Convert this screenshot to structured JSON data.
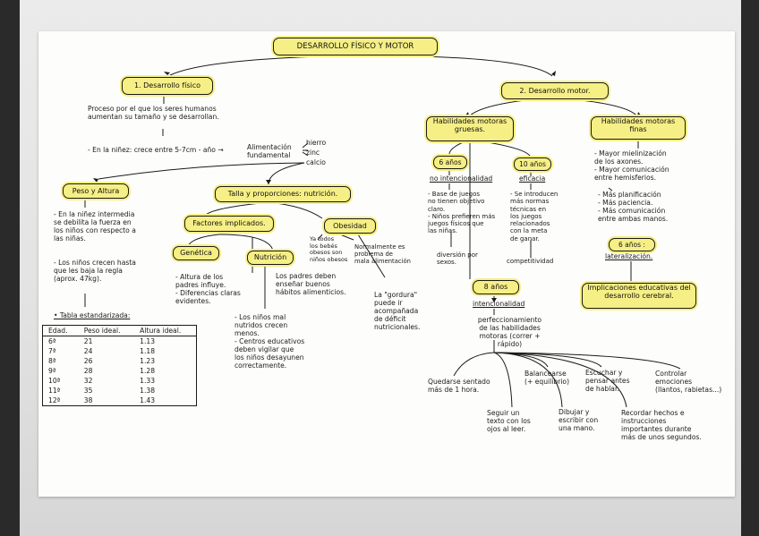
{
  "title": "DESARROLLO FÍSICO Y MOTOR",
  "left": {
    "heading": "1. Desarrollo físico",
    "definition": "Proceso por el que los seres humanos\naumentan su tamaño y se desarrollan.",
    "growth": "- En la niñez: crece entre 5-7cm - año →",
    "growth_factor": "Alimentación\nfundamental",
    "minerals": [
      "hierro",
      "zinc",
      "calcio"
    ],
    "peso": {
      "label": "Peso y Altura",
      "text1": "- En la niñez intermedia\nse debilita la fuerza en\nlos niños con respecto a\nlas niñas.",
      "text2": "- Los niños crecen hasta\nque les baja la regla\n(aprox. 47kg)."
    },
    "table": {
      "title": "• Tabla estandarizada:",
      "headers": [
        "Edad.",
        "Peso ideal.",
        "Altura ideal."
      ],
      "rows": [
        [
          "6ª",
          "21",
          "1.13"
        ],
        [
          "7ª",
          "24",
          "1.18"
        ],
        [
          "8ª",
          "26",
          "1.23"
        ],
        [
          "9ª",
          "28",
          "1.28"
        ],
        [
          "10ª",
          "32",
          "1.33"
        ],
        [
          "11ª",
          "35",
          "1.38"
        ],
        [
          "12ª",
          "38",
          "1.43"
        ]
      ]
    },
    "talla": {
      "label": "Talla y proporciones: nutrición.",
      "factores": "Factores implicados.",
      "genetica": "Genética",
      "genetica_text": "- Altura de los\npadres influye.\n- Diferencias claras\nevidentes.",
      "nutricion": "Nutrición",
      "nutricion_text": "- Los niños mal\nnutridos crecen\nmenos.\n- Centros educativos\ndeben vigilar que\nlos niños desayunen\ncorrectamente.",
      "padres": "Los padres deben\nenseñar buenos\nhábitos alimenticios.",
      "obesidad": "Obesidad",
      "obesidad_a": "Ya todos\nlos bebés\nobesos son\nniños obesos",
      "obesidad_b": "Normalmente es\nproblema de\nmala alimentación",
      "obesidad_c": "La \"gordura\"\npuede ir\nacompañada\nde déficit\nnutricionales."
    }
  },
  "right": {
    "heading": "2. Desarrollo motor.",
    "gruesas": {
      "label": "Habilidades\nmotoras gruesas.",
      "age6": "6 años",
      "age6_title": "no intencionalidad",
      "age6_text": "- Base de juegos\nno tienen objetivo\nclaro.\n- Niños prefieren más\njuegos físicos que\nlas niñas.",
      "age6_end": "diversión por\nsexos.",
      "age10": "10 años",
      "age10_title": "eficacia",
      "age10_text": "- Se introducen\nmás normas\ntécnicas en\nlos juegos\nrelacionados\ncon la meta\nde ganar.",
      "age10_end": "competitividad",
      "age8": "8 años",
      "age8_title": "intencionalidad",
      "age8_text": "perfeccionamiento\nde las habilidades\nmotoras (correr +\nrápido)"
    },
    "finas": {
      "label": "Habilidades\nmotoras finas",
      "text": "- Mayor mielinización\nde los axones.\n- Mayor comunicación\nentre hemisferios.",
      "items": "- Más planificación\n- Más paciencia.\n- Más comunicación\nentre ambas manos.",
      "age6": "6 años :",
      "lateral": "lateralización.",
      "implicaciones": "Implicaciones educativas\ndel desarrollo cerebral."
    },
    "bottom": [
      "Quedarse sentado\nmás de 1 hora.",
      "Seguir un\ntexto con los\nojos al leer.",
      "Balancearse\n(+ equilibrio)",
      "Dibujar y\nescribir con\nuna mano.",
      "Escuchar y\npensar antes\nde hablar.",
      "Recordar hechos e\ninstrucciones\nimportantes durante\nmás de unos segundos.",
      "Controlar\nemociones\n(llantos, rabietas...)"
    ]
  },
  "colors": {
    "highlight": "#f6ef86",
    "ink": "#1a1a1a",
    "paper": "#fdfdfb"
  }
}
